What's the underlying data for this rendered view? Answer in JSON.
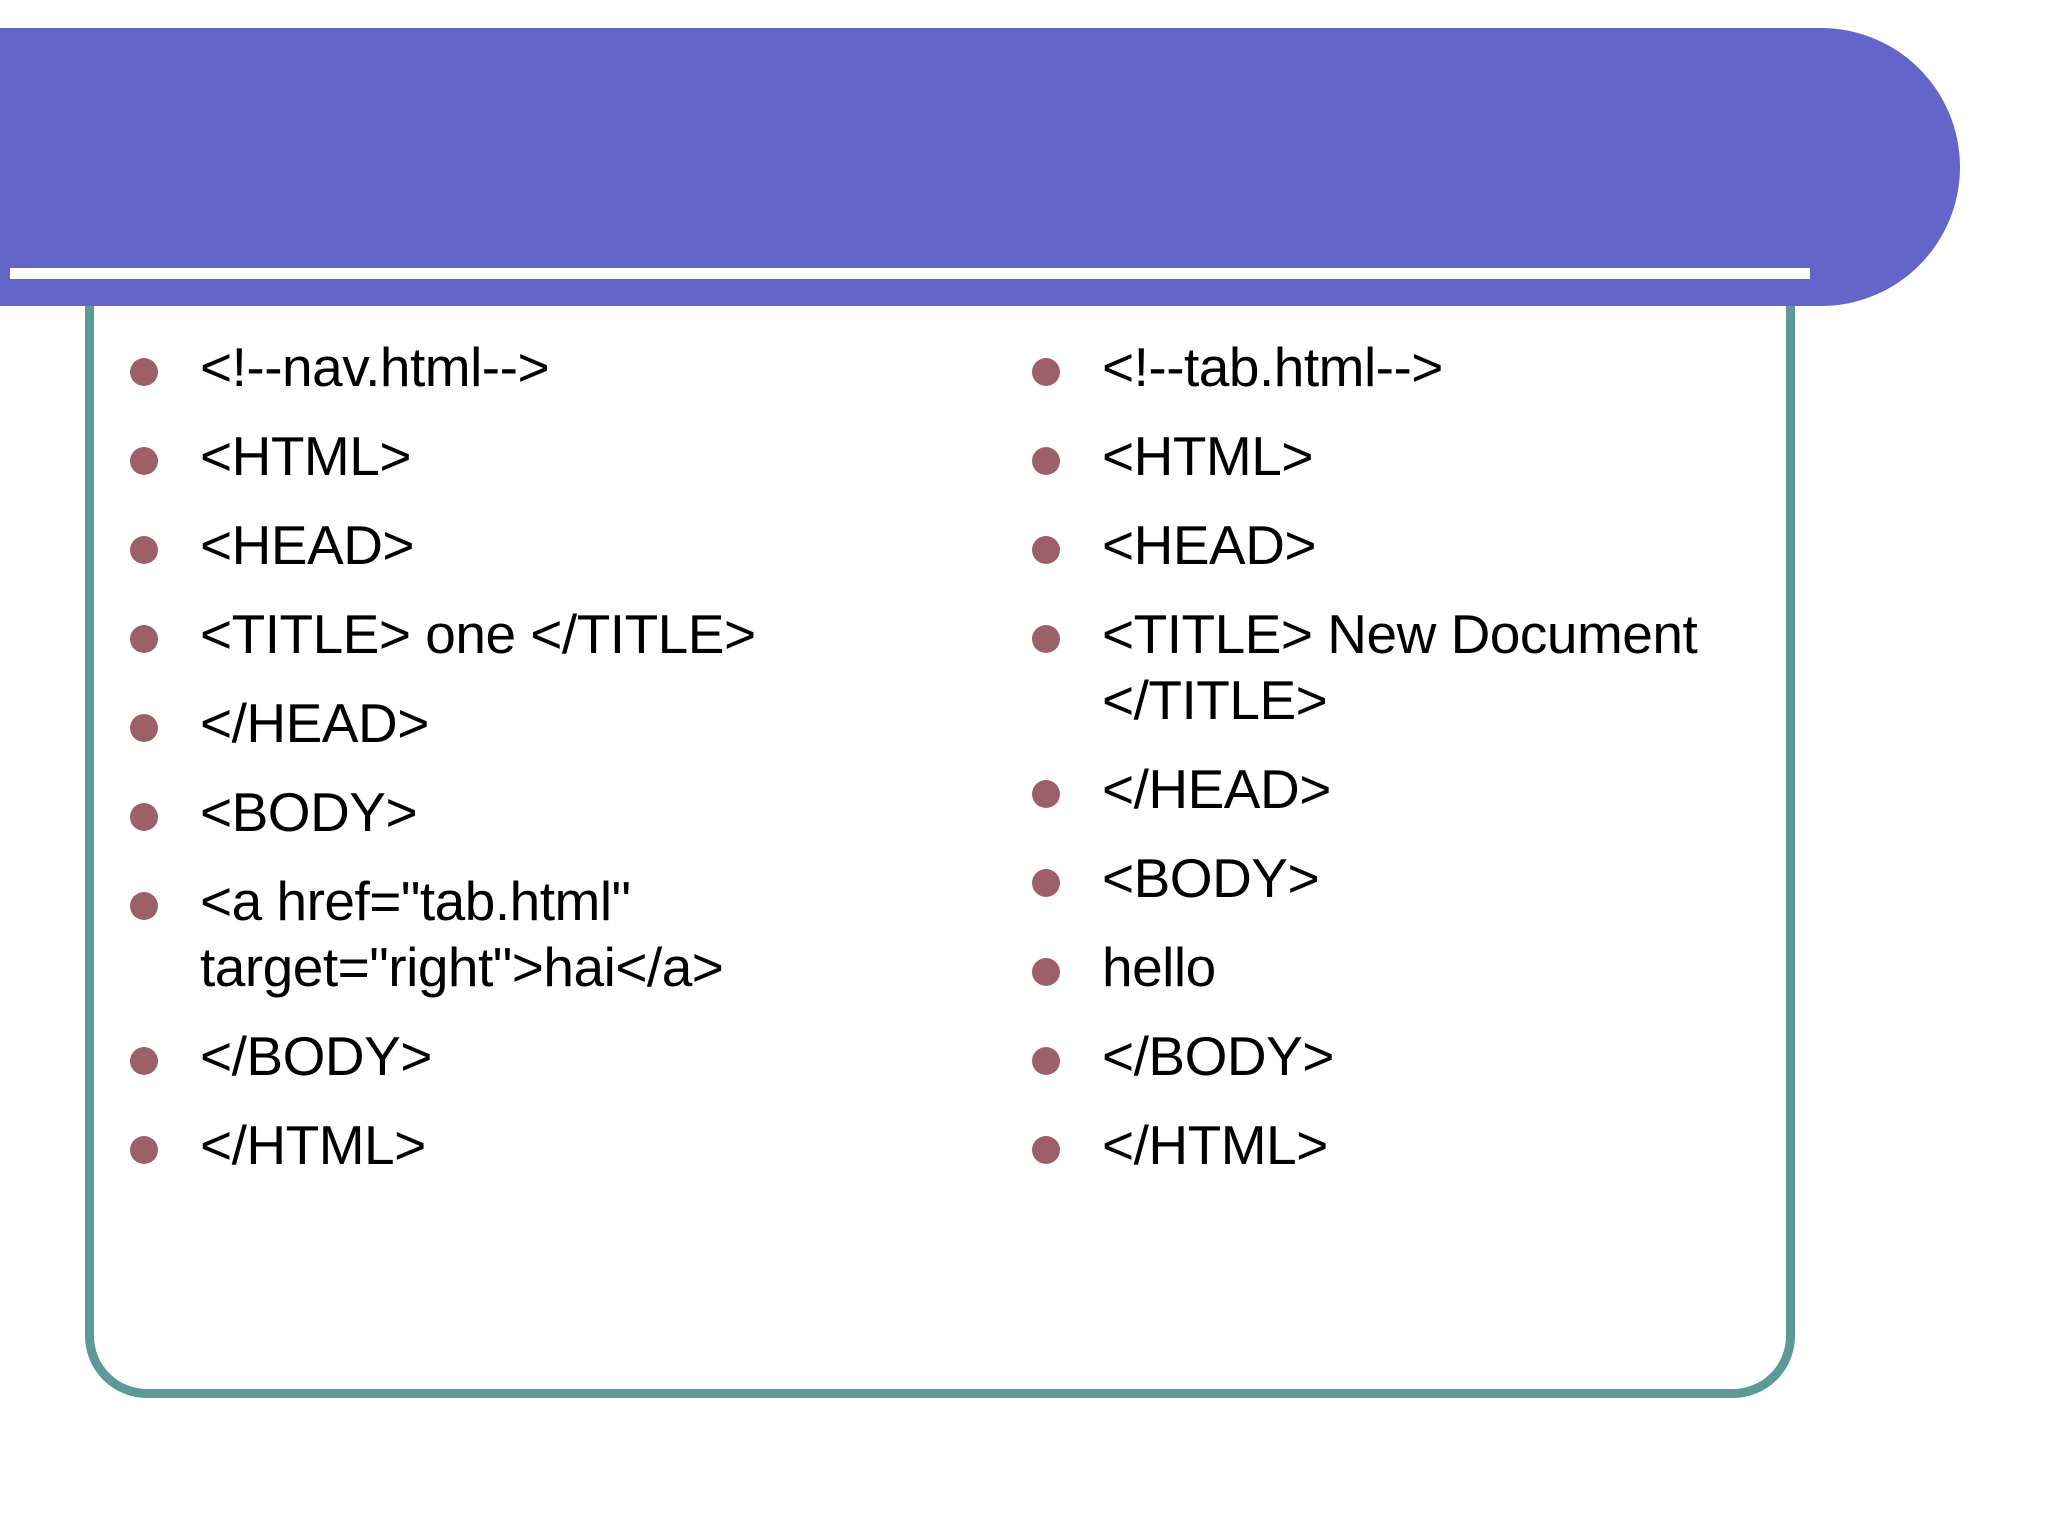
{
  "slide": {
    "background_color": "#ffffff",
    "banner_color": "#6366c8",
    "frame_border_color": "#5b9a96",
    "bullet_color": "#9e6068",
    "text_color": "#000000",
    "banner_title": ""
  },
  "columns": [
    {
      "id": "left",
      "name": "nav-html-listing",
      "items": [
        {
          "text": "<!--nav.html-->"
        },
        {
          "text": "<HTML>"
        },
        {
          "text": "<HEAD>"
        },
        {
          "text": "<TITLE> one </TITLE>"
        },
        {
          "text": "</HEAD>"
        },
        {
          "text": "<BODY>"
        },
        {
          "text": "<a href=\"tab.html\" target=\"right\">hai</a>"
        },
        {
          "text": "</BODY>"
        },
        {
          "text": "</HTML>"
        }
      ]
    },
    {
      "id": "right",
      "name": "tab-html-listing",
      "items": [
        {
          "text": "<!--tab.html-->"
        },
        {
          "text": "<HTML>"
        },
        {
          "text": "<HEAD>"
        },
        {
          "text": "<TITLE> New Document </TITLE>"
        },
        {
          "text": "</HEAD>"
        },
        {
          "text": "<BODY>"
        },
        {
          "text": "hello"
        },
        {
          "text": "</BODY>"
        },
        {
          "text": "</HTML>"
        }
      ]
    }
  ]
}
